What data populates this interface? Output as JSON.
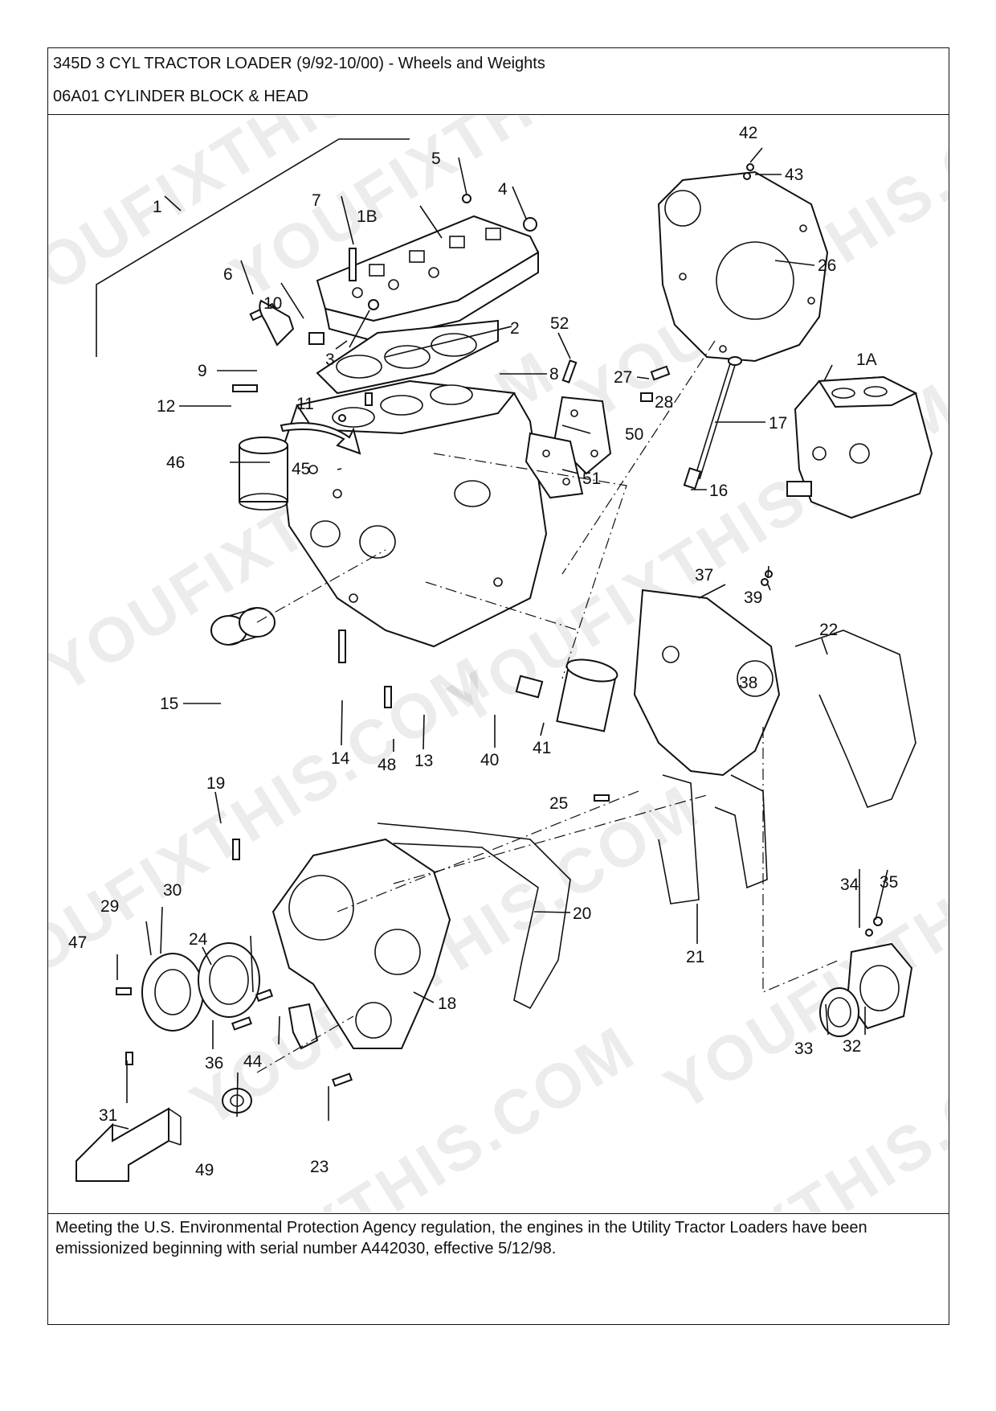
{
  "header": {
    "line1": "345D 3 CYL TRACTOR LOADER (9/92-10/00) - Wheels and Weights",
    "line2": "06A01 CYLINDER BLOCK & HEAD"
  },
  "callouts": {
    "c1": "1",
    "c1A": "1A",
    "c1B": "1B",
    "c2": "2",
    "c3": "3",
    "c4": "4",
    "c5": "5",
    "c6": "6",
    "c7": "7",
    "c8": "8",
    "c9": "9",
    "c10": "10",
    "c11": "11",
    "c12": "12",
    "c13": "13",
    "c14": "14",
    "c15": "15",
    "c16": "16",
    "c17": "17",
    "c18": "18",
    "c19": "19",
    "c20": "20",
    "c21": "21",
    "c22": "22",
    "c23": "23",
    "c24": "24",
    "c25": "25",
    "c26": "26",
    "c27": "27",
    "c28": "28",
    "c29": "29",
    "c30": "30",
    "c31": "31",
    "c32": "32",
    "c33": "33",
    "c34": "34",
    "c35": "35",
    "c36": "36",
    "c37": "37",
    "c38": "38",
    "c39": "39",
    "c40": "40",
    "c41": "41",
    "c42": "42",
    "c43": "43",
    "c44": "44",
    "c45": "45",
    "c46": "46",
    "c47": "47",
    "c48": "48",
    "c49": "49",
    "c50": "50",
    "c51": "51",
    "c52": "52"
  },
  "watermark": "YOUFIXTHIS.COM",
  "note": "Meeting the U.S. Environmental Protection Agency regulation, the engines in the Utility Tractor Loaders have been emissionized beginning with serial number A442030, effective 5/12/98."
}
